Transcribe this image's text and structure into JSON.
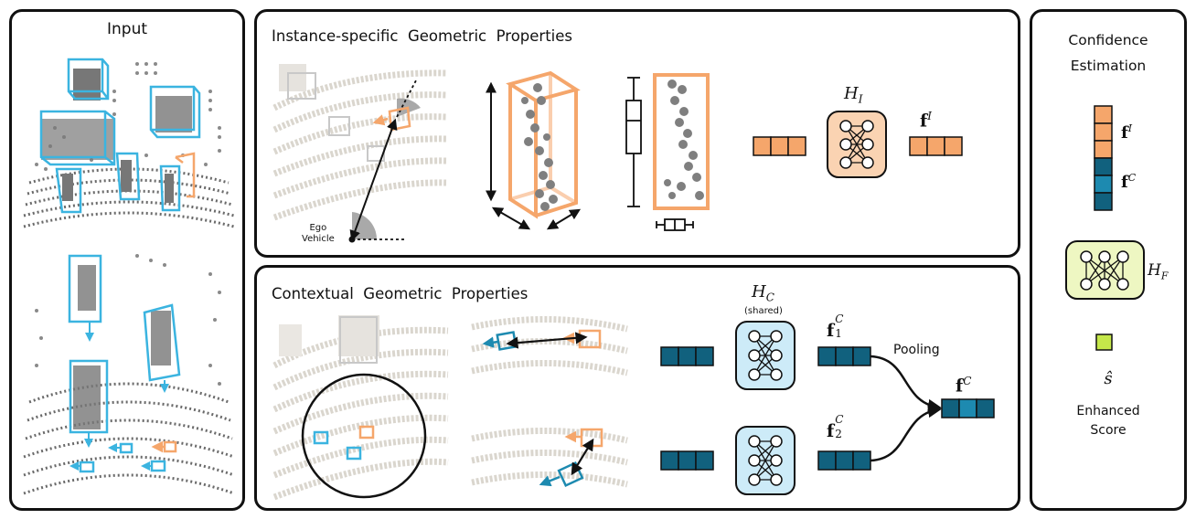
{
  "input_panel": {
    "title": "Input"
  },
  "instance_panel": {
    "title": "Instance-specific  Geometric  Properties",
    "ego_label_line1": "Ego",
    "ego_label_line2": "Vehicle",
    "head_name": "H",
    "head_sub": "I",
    "feature_name": "f",
    "feature_sup": "I"
  },
  "context_panel": {
    "title": "Contextual  Geometric  Properties",
    "head_name": "H",
    "head_sub": "C",
    "head_note": "(shared)",
    "feature1_name": "f",
    "feature1_sub": "1",
    "feature1_sup": "C",
    "feature2_name": "f",
    "feature2_sub": "2",
    "feature2_sup": "C",
    "pooling_label": "Pooling",
    "pooled_name": "f",
    "pooled_sup": "C"
  },
  "confidence_panel": {
    "title_line1": "Confidence",
    "title_line2": "Estimation",
    "fi_name": "f",
    "fi_sup": "I",
    "fc_name": "f",
    "fc_sup": "C",
    "head_name": "H",
    "head_sub": "F",
    "score_symbol": "ŝ",
    "score_label_line1": "Enhanced",
    "score_label_line2": "Score"
  },
  "colors": {
    "orange": "#F5A66B",
    "orange_dark": "#E8924F",
    "blue_box": "#3BB4E0",
    "teal": "#11617E",
    "teal_mid": "#1D8AB0",
    "head_orange": "#FAD3B2",
    "head_blue": "#CDEBF8",
    "head_green": "#EEF7C2",
    "score_green": "#C5E84A",
    "point": "#7F7F7F",
    "ring": "#DAD6CE"
  }
}
